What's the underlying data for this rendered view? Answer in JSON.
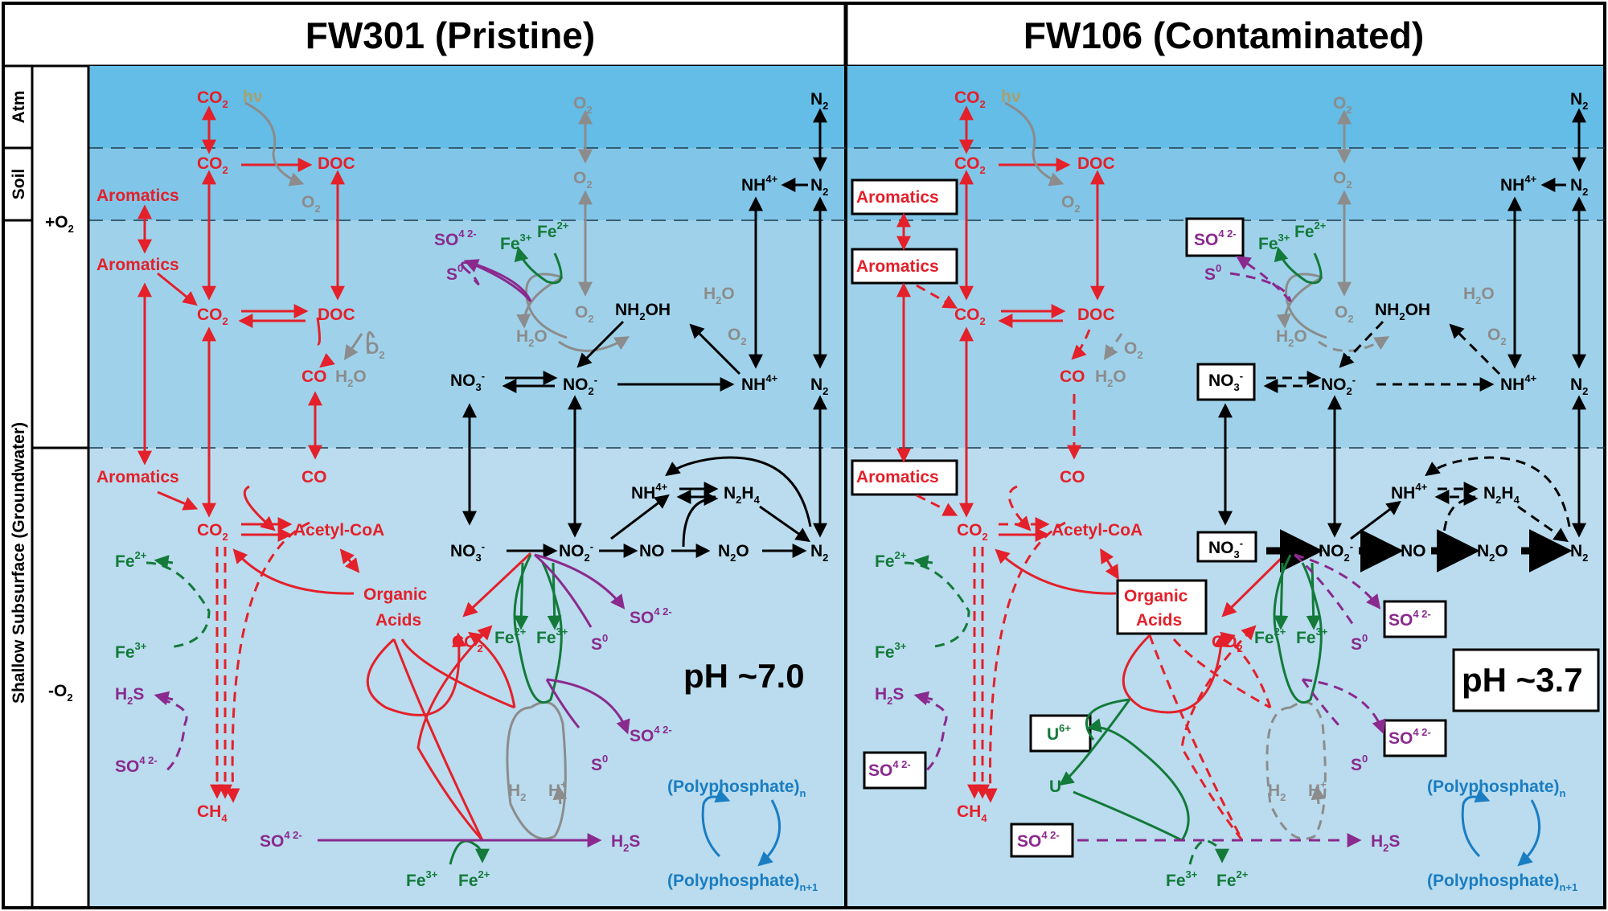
{
  "panels": {
    "left_title": "FW301 (Pristine)",
    "right_title": "FW106 (Contaminated)"
  },
  "zones": {
    "atm": "Atm",
    "soil": "Soil",
    "groundwater": "Shallow Subsurface (Groundwater)",
    "oxic": "+O",
    "anoxic": "-O",
    "o2_sub": "2"
  },
  "ph": {
    "left": "pH ~7.0",
    "right": "pH ~3.7"
  },
  "species": {
    "co2": "CO",
    "hv": "hν",
    "doc": "DOC",
    "o2": "O",
    "h2o": "H",
    "co": "CO",
    "aromatics": "Aromatics",
    "acetyl": "Acetyl-CoA",
    "organic": "Organic",
    "acids": "Acids",
    "ch4": "CH",
    "n2": "N",
    "nh4": "NH",
    "nh2oh": "NH",
    "no3": "NO",
    "no2": "NO",
    "no": "NO",
    "n2o": "N",
    "n2h4": "N",
    "so4": "SO",
    "s0": "S",
    "h2s": "H",
    "fe2": "Fe",
    "fe3": "Fe",
    "h2": "H",
    "hplus": "H",
    "u6": "U",
    "u4": "U",
    "polyphosphate": "(Polyphosphate)",
    "sub_n": "n",
    "sub_n1": "n+1"
  },
  "colors": {
    "atm": "#63bde6",
    "soil": "#81c6e8",
    "oxic_gw": "#9fd2ea",
    "anoxic_gw": "#badcee",
    "carbon": "#e4202a",
    "oxygen": "#8c8c8c",
    "nitrogen": "#000000",
    "iron": "#137a3a",
    "sulfur": "#8a2a8e",
    "phosphorus": "#1a7dc2"
  }
}
